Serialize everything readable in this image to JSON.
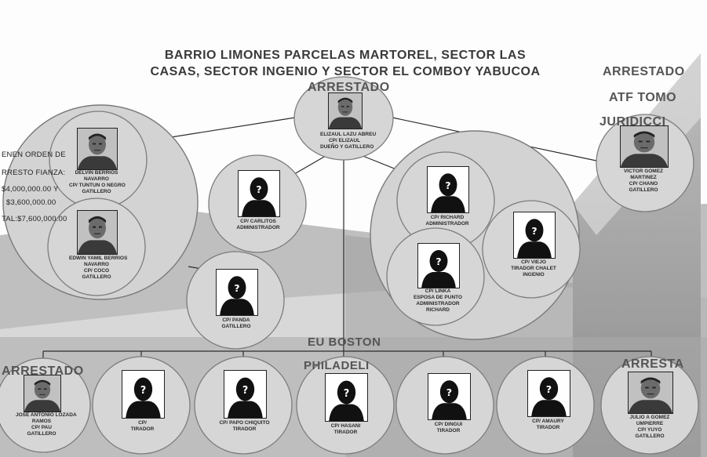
{
  "title": {
    "line1": "BARRIO LIMONES PARCELAS MARTOREL, SECTOR LAS",
    "line2": "CASAS, SECTOR INGENIO Y SECTOR EL COMBOY YABUCOA"
  },
  "stamps": {
    "arrestado_center": "ARRESTADO",
    "arrestado_right_1": "ARRESTADO",
    "arrestado_right_2": "ATF TOMO",
    "arrestado_right_3": "JURIDICCI",
    "arrestado_bottom_left": "ARRESTADO",
    "arrestado_bottom_right": "ARRESTA",
    "eu_boston": "EU BOSTON",
    "philadelphia": "PHILADELI"
  },
  "bail_note": {
    "line1": "ENEN ORDEN DE",
    "line2": "RRESTO FIANZA:",
    "line3": "$4,000,000.00 Y",
    "line4": "$3,600,000.00",
    "line5": "TAL:$7,600,000.00"
  },
  "nodes": {
    "leader": {
      "l1": "ELIZAUL LAZU ABREU",
      "l2": "CP/ ELIZAUL",
      "l3": "DUEÑO Y GATILLERO",
      "photo": "person-photo"
    },
    "delvin": {
      "l1": "DELVIN BERRIOS",
      "l2": "NAVARRO",
      "l3": "CP/ TUNTUN O NEGRO",
      "l4": "GATILLERO",
      "photo": "person-photo"
    },
    "edwin": {
      "l1": "EDWIN YAMIL BERRIOS",
      "l2": "NAVARRO",
      "l3": "CP/ COCO",
      "l4": "GATILLERO",
      "photo": "person-photo"
    },
    "carlitos": {
      "l1": "CP/ CARLITOS",
      "l2": "ADMINISTRADOR",
      "photo": "unknown-silhouette"
    },
    "panda": {
      "l1": "CP/ PANDA",
      "l2": "GATILLERO",
      "photo": "unknown-silhouette"
    },
    "richard": {
      "l1": "CP/ RICHARD",
      "l2": "ADMINISTRADOR",
      "photo": "unknown-silhouette"
    },
    "viejo": {
      "l1": "CP/ VIEJO",
      "l2": "TIRADOR CHALET",
      "l3": "INGENIO",
      "photo": "unknown-silhouette"
    },
    "linka": {
      "l1": "CP/ LINKA",
      "l2": "ESPOSA DE PUNTO",
      "l3": "ADMINISTRADOR",
      "l4": "RICHARD",
      "photo": "unknown-silhouette"
    },
    "victor": {
      "l1": "VICTOR GOMEZ",
      "l2": "MARTINEZ",
      "l3": "CP/ CHANO",
      "l4": "GATILLERO",
      "photo": "person-photo"
    },
    "jose": {
      "l1": "JOSE ANTONIO LOZADA",
      "l2": "RAMOS",
      "l3": "CP/ PAU",
      "l4": "GATILLERO",
      "photo": "person-photo"
    },
    "b2": {
      "l1": "CP/",
      "l2": "TIRADOR",
      "photo": "unknown-silhouette"
    },
    "papo": {
      "l1": "CP/ PAPO CHIQUITO",
      "l2": "TIRADOR",
      "photo": "unknown-silhouette"
    },
    "hasani": {
      "l1": "CP/ HASANI",
      "l2": "TIRADOR",
      "photo": "unknown-silhouette"
    },
    "dingui": {
      "l1": "CP/ DINGUI",
      "l2": "TIRADOR",
      "photo": "unknown-silhouette"
    },
    "amaury": {
      "l1": "CP/ AMAURY",
      "l2": "TIRADOR",
      "photo": "unknown-silhouette"
    },
    "julio": {
      "l1": "JULIO A GOMEZ",
      "l2": "UMPIERRE",
      "l3": "CP/ YUYO",
      "l4": "GATILLERO",
      "photo": "person-photo"
    }
  },
  "colors": {
    "circle_fill": "#d3d3d3",
    "circle_stroke": "#7a7a7a",
    "band_dark": "#8a8a8a",
    "band_light": "#c8c8c8"
  }
}
